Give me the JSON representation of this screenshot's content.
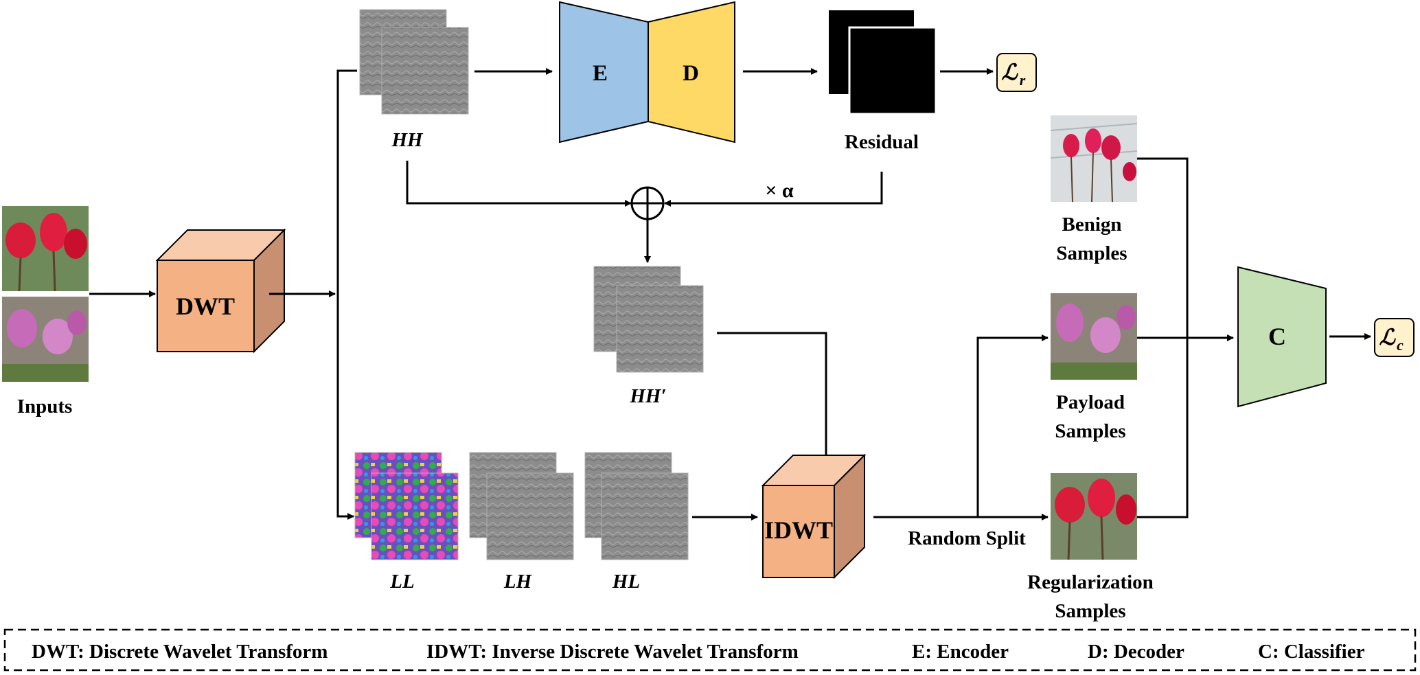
{
  "labels": {
    "inputs": "Inputs",
    "dwt": "DWT",
    "idwt": "IDWT",
    "hh": "HH",
    "hh_prime": "HH′",
    "ll": "LL",
    "lh": "LH",
    "hl": "HL",
    "encoder": "E",
    "decoder": "D",
    "residual": "Residual",
    "alpha": "× α",
    "loss_r_script": "ℒ",
    "loss_r_sub": "r",
    "loss_c_script": "ℒ",
    "loss_c_sub": "c",
    "classifier": "C",
    "random_split": "Random Split",
    "benign_1": "Benign",
    "benign_2": "Samples",
    "payload_1": "Payload",
    "payload_2": "Samples",
    "reg_1": "Regularization",
    "reg_2": "Samples"
  },
  "legend": {
    "dwt": "DWT: Discrete Wavelet Transform",
    "idwt": "IDWT: Inverse Discrete Wavelet Transform",
    "e": "E: Encoder",
    "d": "D: Decoder",
    "c": "C: Classifier"
  },
  "colors": {
    "cube_face": "#f4b183",
    "cube_top": "#f8cbad",
    "cube_side": "#c89070",
    "encoder": "#9dc3e6",
    "decoder": "#ffd966",
    "classifier": "#c5e0b4",
    "loss_box": "#fff2cc",
    "residual": "#000000",
    "wavelet_gray": "#8c8c8c"
  }
}
